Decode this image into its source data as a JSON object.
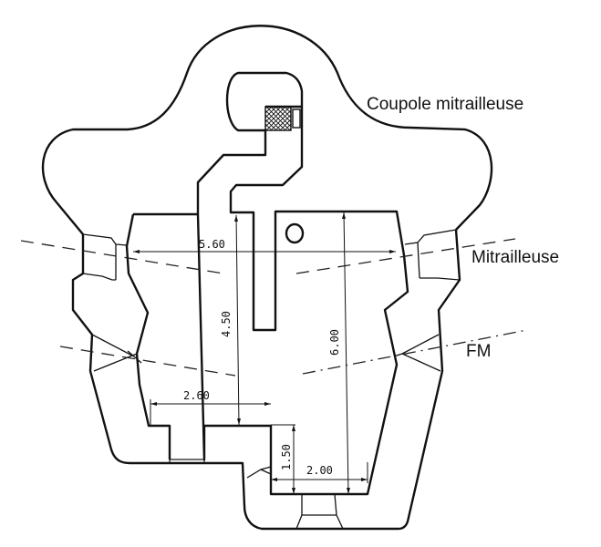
{
  "labels": {
    "cupola": "Coupole mitrailleuse",
    "machine_gun": "Mitrailleuse",
    "fm": "FM"
  },
  "dimensions": {
    "width_top": "5.60",
    "depth_left": "4.50",
    "depth_right": "6.00",
    "width_lower_left": "2.60",
    "entrance_depth": "1.50",
    "entrance_width": "2.00"
  }
}
